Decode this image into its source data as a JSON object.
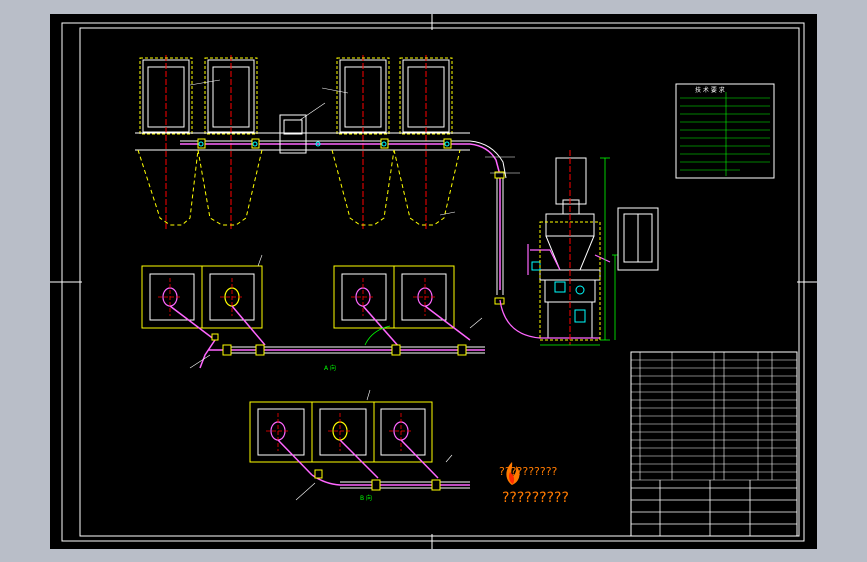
{
  "drawing": {
    "views": [
      {
        "name": "plan-view-a",
        "label": "A 向"
      },
      {
        "name": "plan-view-b",
        "label": "B 向"
      }
    ],
    "watermark": {
      "line1": "??????????",
      "line2": "?????????"
    },
    "colors": {
      "background": "#000000",
      "frame": "#ffffff",
      "equipment": "#ffffff",
      "outline": "#ffff00",
      "pipe": "#ff66ff",
      "centerline": "#ff0000",
      "dimension": "#00ff00",
      "accent": "#ff7a00"
    },
    "tech_note": {
      "title": "技 术 要 求"
    }
  }
}
